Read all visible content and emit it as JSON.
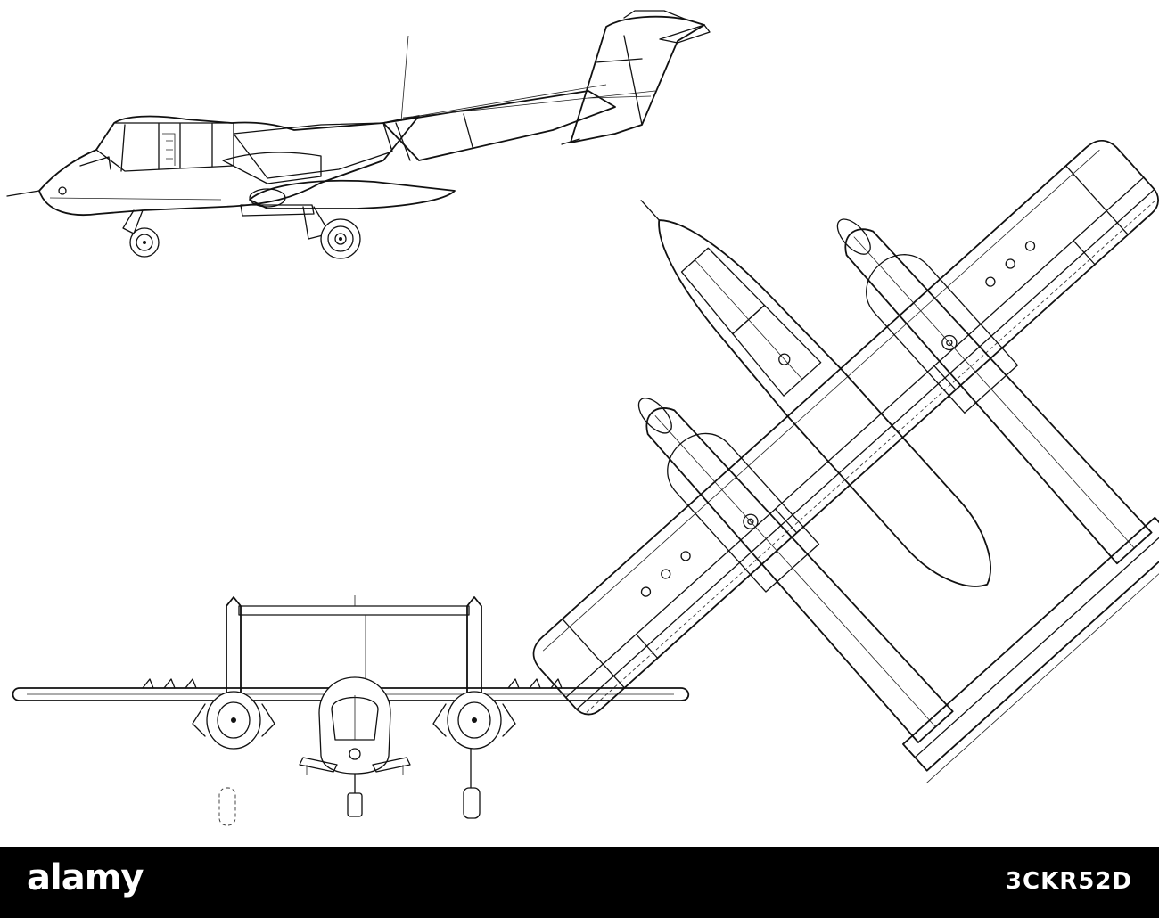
{
  "footer": {
    "brand": "alamy",
    "image_id": "3CKR52D",
    "background_color": "#000000",
    "text_color": "#ffffff"
  },
  "drawing": {
    "views": [
      "side-view",
      "top-view",
      "front-view"
    ],
    "line_color": "#111111",
    "background_color": "#ffffff"
  }
}
